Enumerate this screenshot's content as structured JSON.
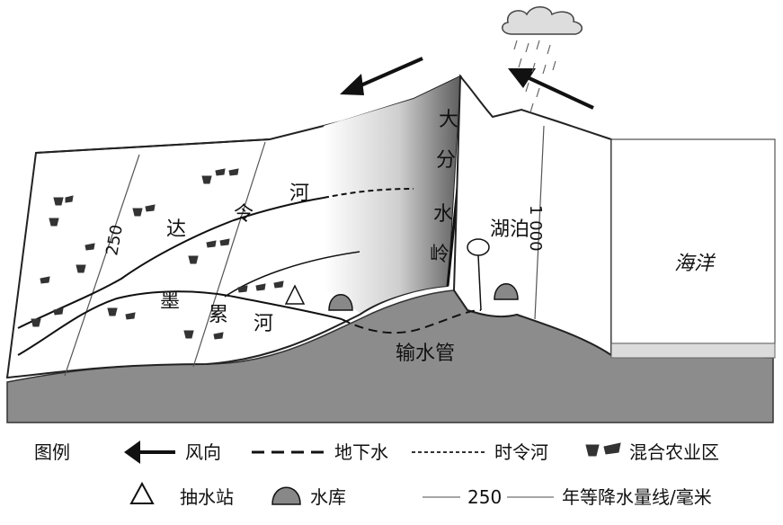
{
  "labels": {
    "divide_chars": [
      "大",
      "分",
      "水",
      "岭"
    ],
    "lake": "湖泊",
    "ocean": "海洋",
    "river_darling_chars": [
      "达",
      "令",
      "河"
    ],
    "river_murray_chars": [
      "墨",
      "累",
      "河"
    ],
    "pipeline": "输水管",
    "isohyet_250": "250",
    "isohyet_1000": "1 000"
  },
  "legend": {
    "title": "图例",
    "items": [
      {
        "icon": "arrow-left-icon",
        "label": "风向"
      },
      {
        "icon": "dashed-line-icon",
        "label": "地下水"
      },
      {
        "icon": "dotted-line-icon",
        "label": "时令河"
      },
      {
        "icon": "farm-mixed-icon",
        "label": "混合农业区"
      },
      {
        "icon": "triangle-icon",
        "label": "抽水站"
      },
      {
        "icon": "reservoir-icon",
        "label": "水库"
      },
      {
        "icon": "isohyet-icon",
        "label": "年等降水量线/毫米",
        "sample_value": "250"
      }
    ]
  }
}
